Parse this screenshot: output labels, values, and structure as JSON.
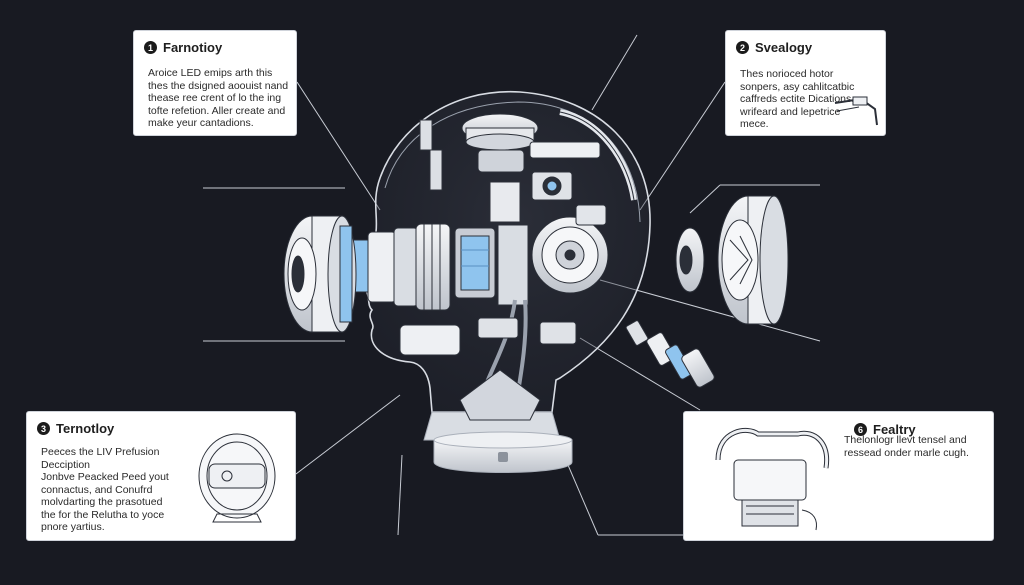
{
  "callouts": [
    {
      "number": "1",
      "title": "Farnotioy",
      "lines": [
        "Aroice LED emips arth this",
        "thes the dsigned aoouist nand",
        "thease ree crent of lo the ing",
        "tofte refetion. Aller create and",
        "make yeur cantadions."
      ]
    },
    {
      "number": "2",
      "title": "Svealogy",
      "lines": [
        "Thes norioced hotor",
        "sonpers, asy cahlitcatbic",
        "caffreds ectite Dications,",
        "wrifeard and lepetrice",
        "mece."
      ]
    },
    {
      "number": "3",
      "title": "Ternotloy",
      "lines": [
        "Peeces the LIV Prefusion",
        "Decciption",
        "Jonbve Peacked Peed yout",
        "connactus, and Conufrd",
        "molvdarting the prasotued",
        "the for the Relutha to yoce",
        "pnore yartius."
      ]
    },
    {
      "number": "6",
      "title": "Fealtry",
      "lines": [
        "Thelonlogr llevt tensel and",
        "ressead onder marle cugh."
      ]
    }
  ],
  "colors": {
    "background": "#181a22",
    "line": "#c8ccd4",
    "accent_blue": "#8fc4ee",
    "panel": "#ffffff"
  }
}
